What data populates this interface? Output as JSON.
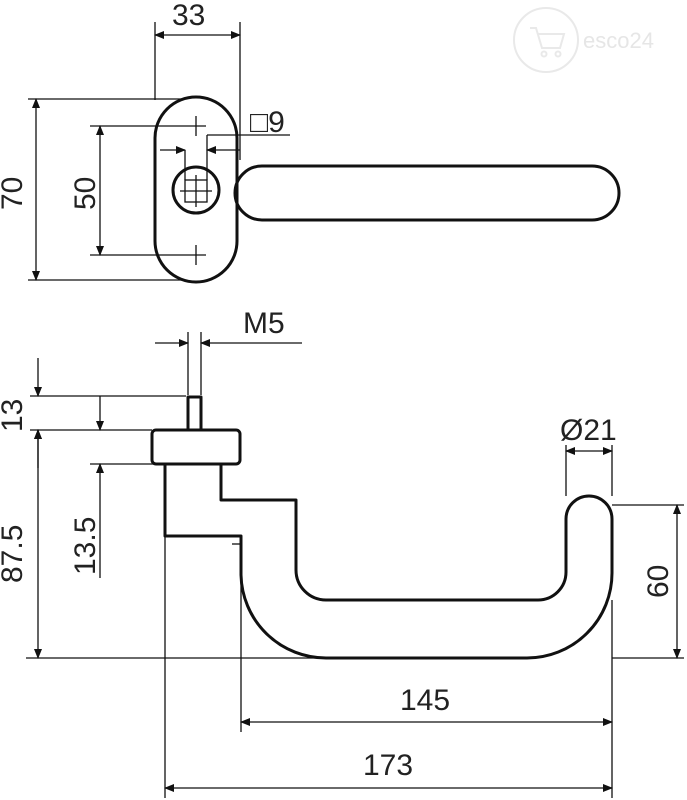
{
  "watermark": {
    "text": "esco24",
    "icon": "cart-icon"
  },
  "top_view": {
    "dim_width": "33",
    "dim_height": "70",
    "dim_hole_spacing": "50",
    "dim_square": "□9"
  },
  "side_view": {
    "dim_thread": "M5",
    "dim_spindle": "13",
    "dim_rose_height": "13.5",
    "dim_total_height": "87.5",
    "dim_diameter": "Ø21",
    "dim_grip_height": "60",
    "dim_inner_length": "145",
    "dim_total_length": "173"
  }
}
